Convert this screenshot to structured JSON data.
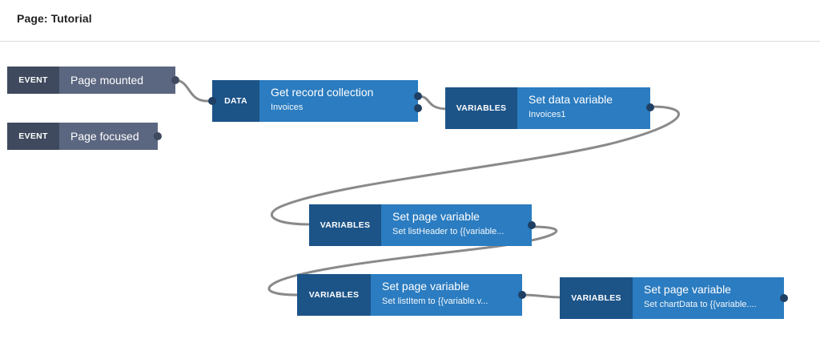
{
  "header": {
    "title": "Page: Tutorial"
  },
  "colors": {
    "event_tag": "#3f4a5e",
    "event_body": "#5b6680",
    "action_tag": "#1c5488",
    "action_body": "#2b7cc0",
    "wire": "#8a8a8a"
  },
  "nodes": {
    "event_mounted": {
      "tag": "EVENT",
      "title": "Page mounted"
    },
    "event_focused": {
      "tag": "EVENT",
      "title": "Page focused"
    },
    "get_records": {
      "tag": "DATA",
      "title": "Get record collection",
      "sub": "Invoices"
    },
    "set_data_var": {
      "tag": "VARIABLES",
      "title": "Set data variable",
      "sub": "Invoices1"
    },
    "set_page_var_1": {
      "tag": "VARIABLES",
      "title": "Set page variable",
      "sub": "Set listHeader to {{variable..."
    },
    "set_page_var_2": {
      "tag": "VARIABLES",
      "title": "Set page variable",
      "sub": "Set listItem to {{variable.v..."
    },
    "set_page_var_3": {
      "tag": "VARIABLES",
      "title": "Set page variable",
      "sub": "Set chartData to {{variable...."
    }
  }
}
